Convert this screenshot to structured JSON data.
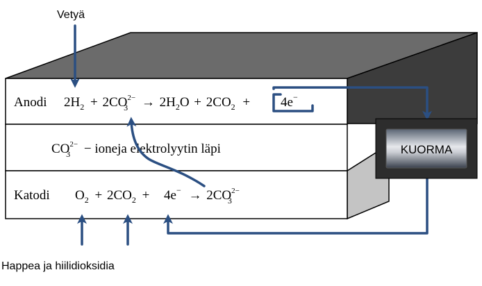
{
  "labels": {
    "hydrogen": "Vetyä",
    "oxygen_co2": "Happea ja hiilidioksidia",
    "load": "KUORMA",
    "anode_name": "Anodi",
    "cathode_name": "Katodi",
    "electrolyte_desc": "ioneja elektrolyytin läpi"
  },
  "anode": {
    "h_coef": "2H",
    "h_sub": "2",
    "plus1": "+",
    "co3_coef": "2CO",
    "co3_sub": "3",
    "co3_sup": "2−",
    "arrow": "→",
    "h2o_coef": "2H",
    "h2o_sub": "2",
    "h2o_tail": "O",
    "plus2": "+",
    "co2_coef": "2CO",
    "co2_sub": "2",
    "plus3": "+",
    "electrons": "4e",
    "electrons_sup": "−"
  },
  "electrolyte": {
    "ion": "CO",
    "ion_sub": "3",
    "ion_sup": "2−",
    "dash": "−"
  },
  "cathode": {
    "o_coef": "O",
    "o_sub": "2",
    "plus1": "+",
    "co2_coef": "2CO",
    "co2_sub": "2",
    "plus2": "+",
    "electrons": "4e",
    "electrons_sup": "−",
    "arrow": "→",
    "co3_coef": "2CO",
    "co3_sub": "3",
    "co3_sup": "2−"
  },
  "colors": {
    "arrow": "#2b4f82",
    "top_face": "#6b6b6b",
    "side_face": "#3c3c3c",
    "outline": "#000000"
  }
}
